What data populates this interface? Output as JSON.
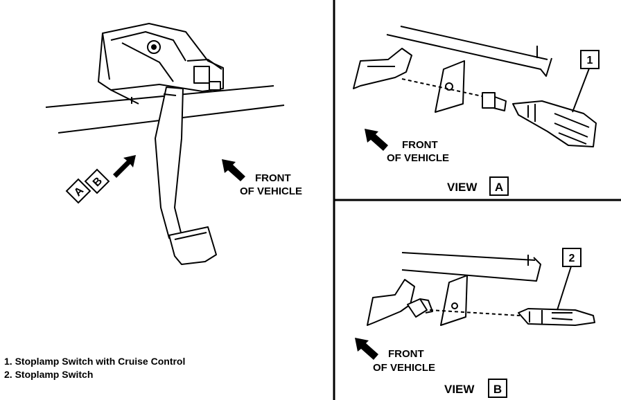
{
  "main_view": {
    "front_label_line1": "FRONT",
    "front_label_line2": "OF VEHICLE",
    "view_tag_a": "A",
    "view_tag_b": "B"
  },
  "view_a": {
    "callout": "1",
    "front_label_line1": "FRONT",
    "front_label_line2": "OF VEHICLE",
    "view_word": "VIEW",
    "view_letter": "A"
  },
  "view_b": {
    "callout": "2",
    "front_label_line1": "FRONT",
    "front_label_line2": "OF VEHICLE",
    "view_word": "VIEW",
    "view_letter": "B"
  },
  "legend": [
    {
      "number": "1.",
      "text": "Stoplamp Switch with Cruise Control"
    },
    {
      "number": "2.",
      "text": "Stoplamp Switch"
    }
  ]
}
